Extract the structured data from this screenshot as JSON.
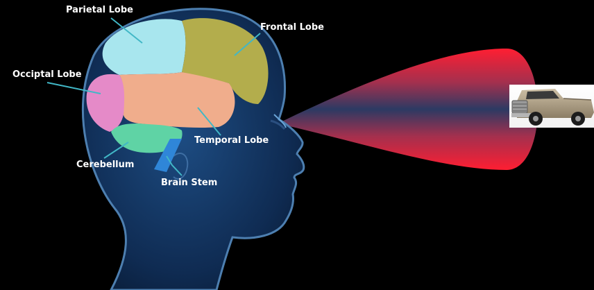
{
  "labels": {
    "parietal": "Parietal Lobe",
    "frontal": "Frontal Lobe",
    "occipital": "Occiptal Lobe",
    "temporal": "Temporal Lobe",
    "cerebellum": "Cerebellum",
    "brain_stem": "Brain Stem"
  },
  "colors": {
    "background": "#000000",
    "head_fill": "#12315a",
    "head_glow": "#4d7fb0",
    "parietal": "#a8e6ee",
    "frontal": "#b3ad4c",
    "occipital": "#e58ac8",
    "temporal": "#f0ad8c",
    "cerebellum": "#5fd3a5",
    "brain_stem": "#2f86d8",
    "cone_edge": "#ff1e32",
    "cone_center": "#2c3a63",
    "leader_line": "#41b7c6",
    "label_text": "#ffffff"
  },
  "icons": {
    "truck": "pickup-truck-image"
  }
}
